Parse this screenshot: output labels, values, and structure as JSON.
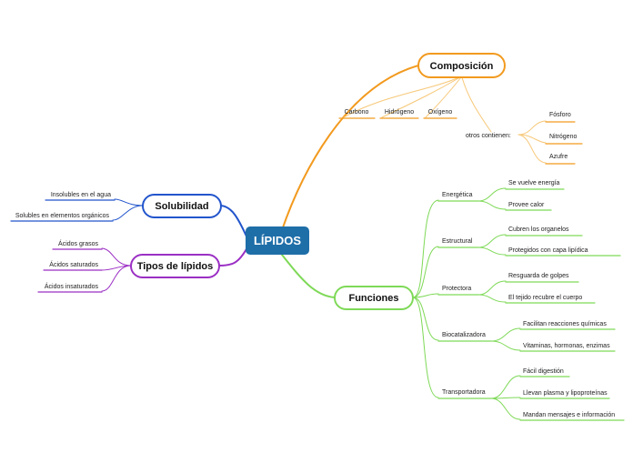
{
  "root": {
    "label": "LÍPIDOS",
    "color": "#1e6ea8"
  },
  "branches": {
    "composicion": {
      "label": "Composición",
      "color": "#f29a1f",
      "elements": [
        "Carbono",
        "Hidrógeno",
        "Oxígeno"
      ],
      "otros": {
        "label": "otros contienen:",
        "items": [
          "Fósforo",
          "Nitrógeno",
          "Azufre"
        ]
      }
    },
    "solubilidad": {
      "label": "Solubilidad",
      "color": "#2255cc",
      "items": [
        "Insolubles en el agua",
        "Solubles en elementos orgánicos"
      ]
    },
    "tipos": {
      "label": "Tipos de lípidos",
      "color": "#9b2fc4",
      "items": [
        "Ácidos grasos",
        "Ácidos saturados",
        "Ácidos insaturados"
      ]
    },
    "funciones": {
      "label": "Funciones",
      "color": "#7ed957",
      "groups": [
        {
          "label": "Energética",
          "items": [
            "Se vuelve energía",
            "Provee calor"
          ]
        },
        {
          "label": "Estructural",
          "items": [
            "Cubren los organelos",
            "Protegidos con capa lipídica"
          ]
        },
        {
          "label": "Protectora",
          "items": [
            "Resguarda de golpes",
            "El tejido recubre el cuerpo"
          ]
        },
        {
          "label": "Biocatalizadora",
          "items": [
            "Facilitan reacciones químicas",
            "Vitaminas, hormonas, enzimas"
          ]
        },
        {
          "label": "Transportadora",
          "items": [
            "Fácil digestión",
            "Llevan plasma y lipoproteínas",
            "Mandan mensajes e información"
          ]
        }
      ]
    }
  }
}
